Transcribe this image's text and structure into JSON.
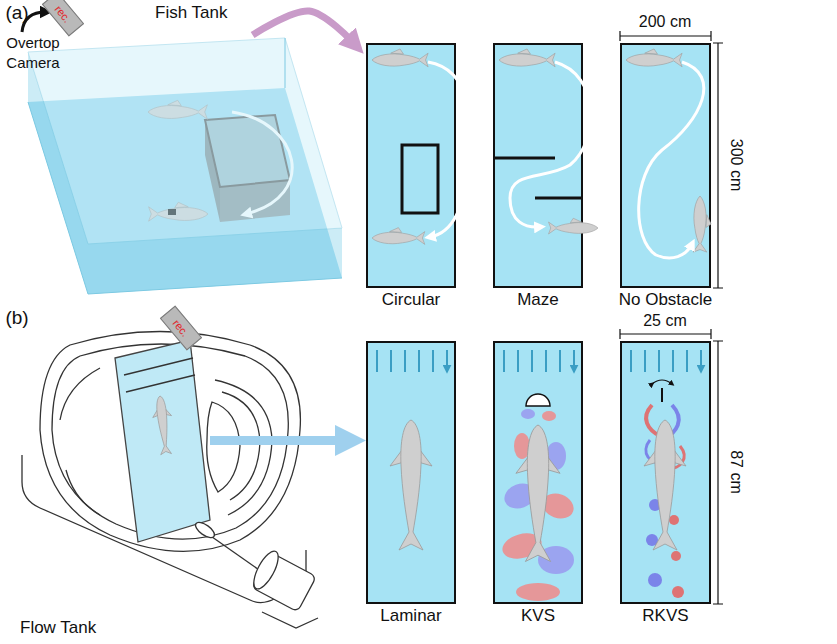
{
  "diagram": {
    "nodes": [
      {
        "text": [
          "rec."
        ]
      },
      {
        "text": [
          "Fish Tank"
        ]
      },
      {
        "text": [
          "Circular"
        ]
      },
      {
        "text": [
          "Maze"
        ]
      },
      {
        "text": [
          "No Obstacle"
        ]
      },
      {
        "text": [
          "rec."
        ]
      },
      {
        "text": [
          "Flow Tank"
        ]
      },
      {
        "text": [
          "Laminar"
        ]
      },
      {
        "text": [
          "KVS"
        ]
      },
      {
        "text": [
          "RKVS"
        ]
      }
    ],
    "edges": [
      {
        "from": 1,
        "to": 2,
        "arrow": "to"
      },
      {
        "from": 6,
        "to": 7,
        "arrow": "to"
      }
    ],
    "labels": [
      "(a)",
      "Overtop Camera",
      "200 cm",
      "300 cm",
      "(b)",
      "25 cm",
      "87 cm"
    ]
  }
}
